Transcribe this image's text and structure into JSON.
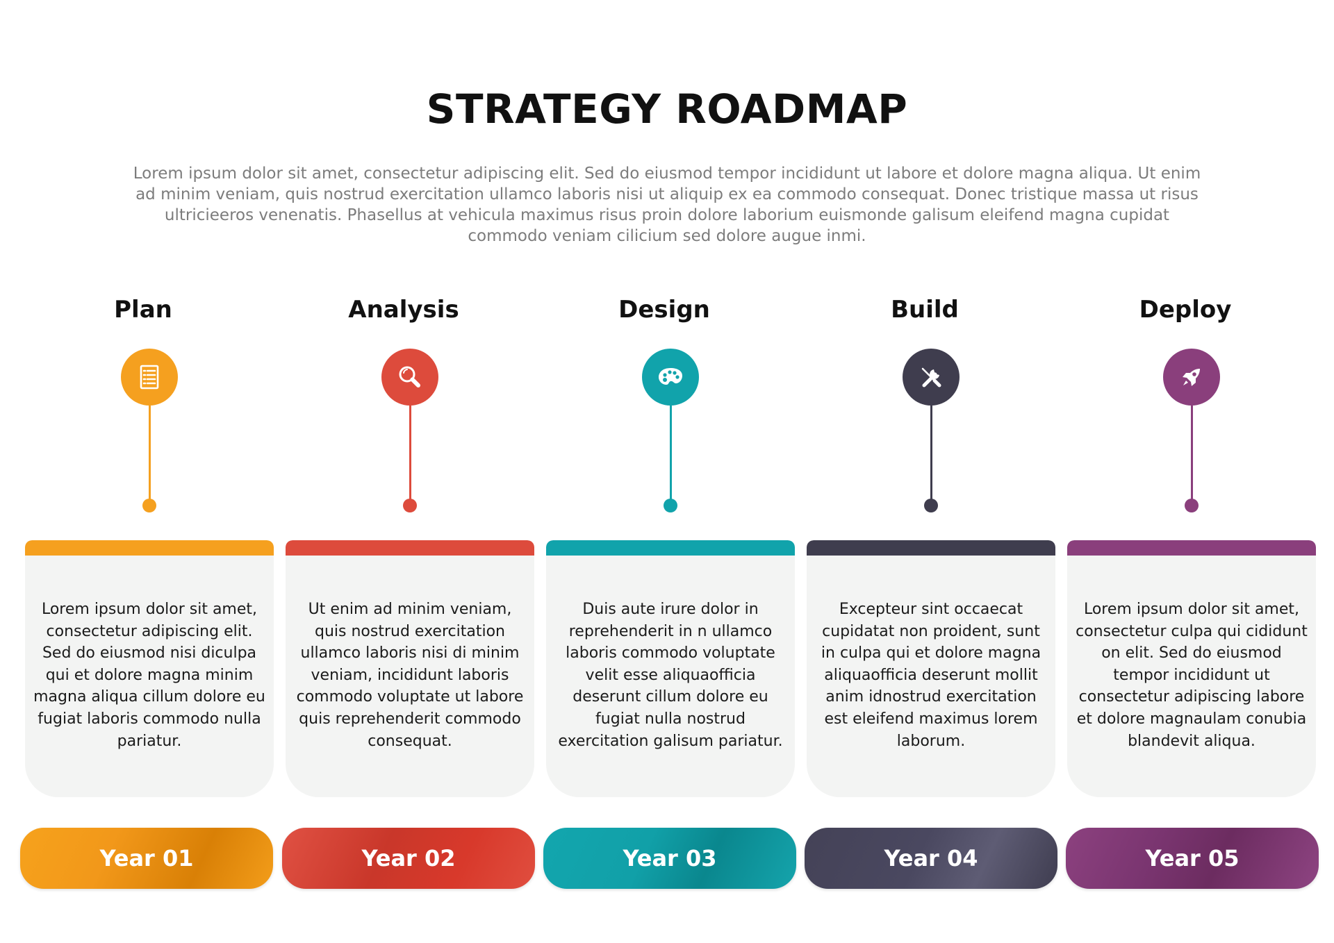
{
  "header": {
    "title": "STRATEGY ROADMAP",
    "intro": "Lorem ipsum dolor sit amet, consectetur adipiscing elit. Sed do eiusmod tempor incididunt ut labore et dolore magna aliqua. Ut enim ad minim veniam, quis nostrud exercitation ullamco laboris nisi ut aliquip ex ea commodo consequat. Donec tristique massa ut risus ultricieeros venenatis. Phasellus at vehicula maximus risus proin dolore laborium euismonde galisum eleifend magna cupidat commodo veniam cilicium sed dolore augue inmi."
  },
  "stages": [
    {
      "name": "Plan",
      "icon": "checklist-document-icon",
      "color": "#f5a01f",
      "gradient": [
        "#f6a21c",
        "#dc8306",
        "#f39d1a"
      ],
      "description": "Lorem ipsum dolor sit amet, consectetur adipiscing elit. Sed do eiusmod nisi diculpa qui et dolore magna  minim magna aliqua cillum dolore eu fugiat laboris commodo nulla pariatur.",
      "year": "Year 01"
    },
    {
      "name": "Analysis",
      "icon": "magnifying-glass-icon",
      "color": "#dd4b3c",
      "gradient": [
        "#e05143",
        "#c9372a",
        "#e04e3f"
      ],
      "description": "Ut enim ad minim veniam, quis nostrud exercitation ullamco laboris nisi di minim veniam, incididunt laboris commodo voluptate ut labore quis reprehenderit commodo consequat.",
      "year": "Year 02"
    },
    {
      "name": "Design",
      "icon": "paint-palette-icon",
      "color": "#11a3ab",
      "gradient": [
        "#13a6ae",
        "#0b8990",
        "#15a4ac"
      ],
      "description": "Duis aute irure dolor in reprehenderit in n ullamco laboris commodo voluptate velit esse aliquaofficia deserunt cillum dolore eu fugiat nulla nostrud exercitation galisum pariatur.",
      "year": "Year 03"
    },
    {
      "name": "Build",
      "icon": "wrench-screwdriver-icon",
      "color": "#3f3d4e",
      "gradient": [
        "#444257",
        "#5d5b72",
        "#3f3d50"
      ],
      "description": "Excepteur sint occaecat cupidatat non proident, sunt in culpa qui et dolore magna aliquaofficia deserunt mollit anim idnostrud exercitation est eleifend maximus lorem laborum.",
      "year": "Year 04"
    },
    {
      "name": "Deploy",
      "icon": "rocket-icon",
      "color": "#8a3f7c",
      "gradient": [
        "#8c417f",
        "#6c2c60",
        "#8e4482"
      ],
      "description": "Lorem ipsum dolor sit amet, consectetur culpa qui cididunt on elit. Sed do eiusmod tempor incididunt ut consectetur adipiscing labore et dolore magnaulam conubia blandevit aliqua.",
      "year": "Year 05"
    }
  ]
}
